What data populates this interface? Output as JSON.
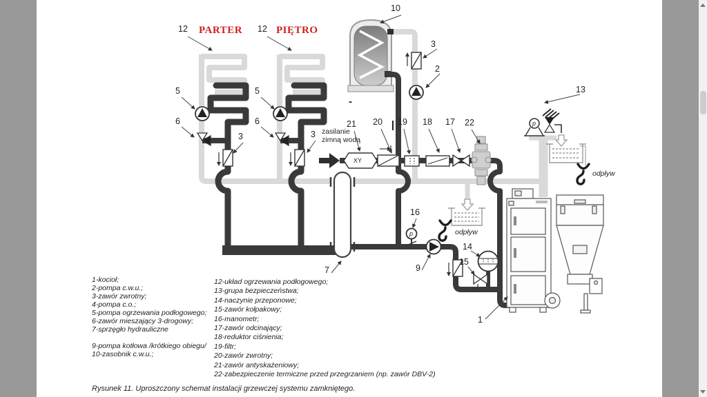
{
  "colors": {
    "pipe_dark": "#3a3a3a",
    "pipe_light": "#d9d9d9",
    "accent_red": "#cf2020",
    "chrome_gray": "#999999"
  },
  "viewer": {
    "scroll_up_icon": "triangle-up",
    "scroll_down_icon": "triangle-down"
  },
  "diagram": {
    "headers": {
      "parter": "PARTER",
      "pietro": "PIĘTRO"
    },
    "callouts": {
      "tank": "10",
      "tank_valve": "3",
      "pump_dhw": "2",
      "safety_group": "13",
      "floor_a": "12",
      "floor_b": "12",
      "pump_a": "5",
      "pump_b": "5",
      "mix_a": "6",
      "mix_b": "6",
      "check_a": "3",
      "check_b": "3",
      "antipollution": "21",
      "check_cold": "20",
      "filter": "19",
      "reducer": "18",
      "shutoff": "17",
      "thermal": "22",
      "manometer": "16",
      "pump_boiler": "9",
      "separator": "7",
      "vessel": "14",
      "cap_valve": "15",
      "boiler": "1"
    },
    "annotations": {
      "cold_supply_l1": "zasilanie",
      "cold_supply_l2": "zimną wodą",
      "drain_left": "odpływ",
      "drain_right": "odpływ",
      "tank_minus": "-",
      "valve21_label": "XY",
      "gauge_letter": "p",
      "gauge_letter2": "p"
    },
    "legend": {
      "col1": [
        "1-kocioł;",
        "2-pompa c.w.u.;",
        "3-zawór zwrotny;",
        "4-pompa c.o.;",
        "5-pompa ogrzewania podłogowego;",
        "6-zawór mieszający 3-drogowy;",
        "7-sprzęgło hydrauliczne",
        "",
        "9-pompa kotłowa /krótkiego obiegu/",
        "10-zasobnik c.w.u.;"
      ],
      "col2": [
        "12-układ ogrzewania podłogowego;",
        "13-grupa bezpieczeństwa;",
        "14-naczynie przeponowe;",
        "15-zawór kołpakowy;",
        "16-manometr;",
        "17-zawór odcinający;",
        "18-reduktor ciśnienia;",
        "19-filtr;",
        "20-zawór zwrotny;",
        "21-zawór antyskażeniowy;",
        "22-zabezpieczenie termiczne przed przegrzaniem (np. zawór DBV-2)"
      ]
    },
    "caption": "Rysunek 11. Uproszczony schemat instalacji grzewczej systemu zamkniętego."
  }
}
